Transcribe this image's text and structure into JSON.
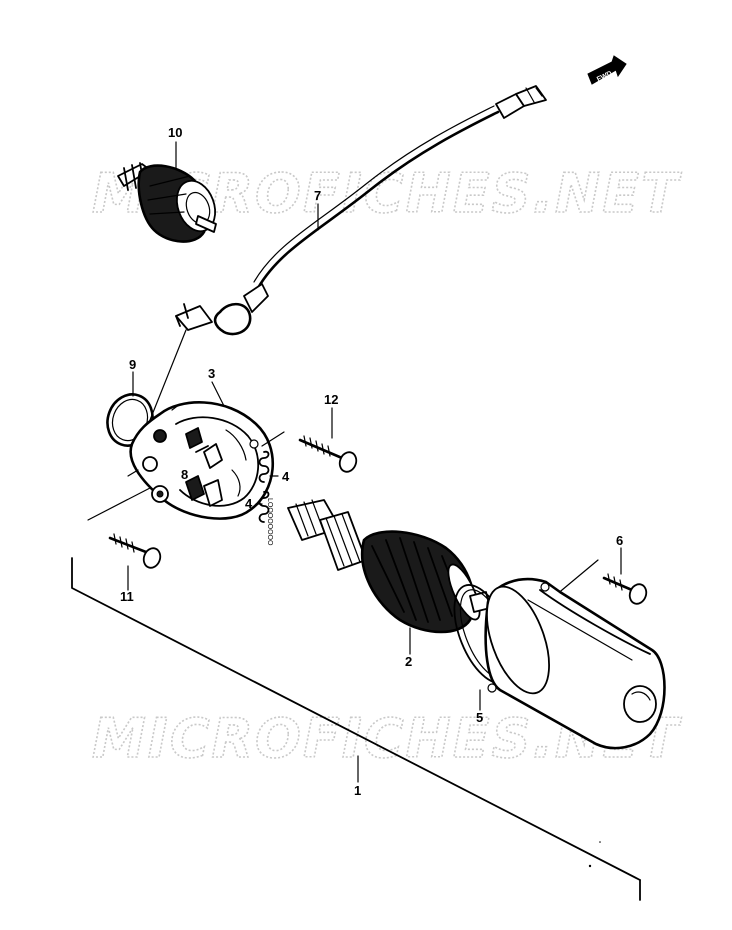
{
  "watermark": "MICROFICHES.NET",
  "direction_badge": "FWD",
  "coil_text": "LOOOOOOOO",
  "callouts": {
    "p1": "1",
    "p2": "2",
    "p3": "3",
    "p4a": "4",
    "p4b": "4",
    "p5": "5",
    "p6": "6",
    "p7": "7",
    "p8": "8",
    "p9": "9",
    "p10": "10",
    "p11": "11",
    "p12": "12"
  },
  "colors": {
    "ink": "#000000",
    "watermark": "#c9c9c9",
    "paper": "#ffffff"
  }
}
